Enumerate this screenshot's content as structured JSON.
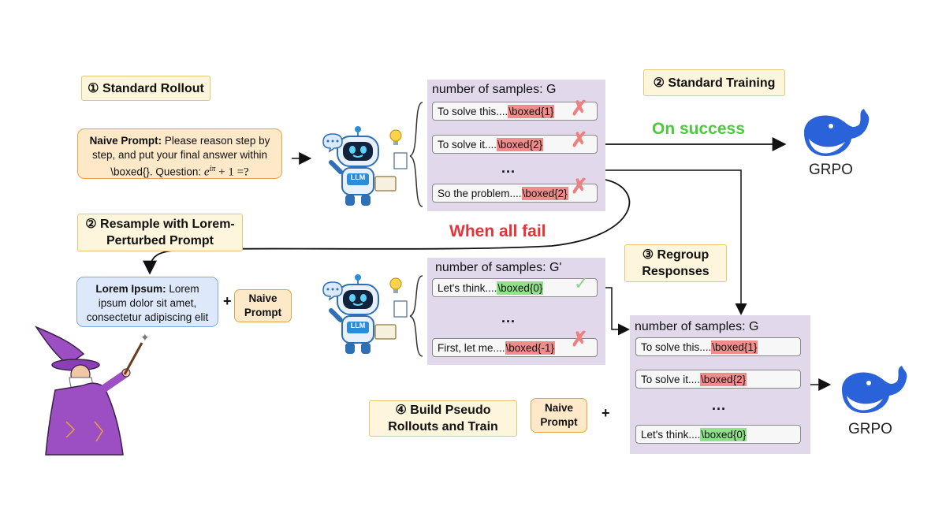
{
  "steps": {
    "standard_rollout": "① Standard Rollout",
    "standard_training": "② Standard Training",
    "resample_line1": "② Resample with Lorem-",
    "resample_line2": "Perturbed Prompt",
    "regroup_line1": "③ Regroup",
    "regroup_line2": "Responses",
    "build_line1": "④ Build Pseudo",
    "build_line2": "Rollouts and Train"
  },
  "naive_prompt": {
    "label": "Naive Prompt:",
    "text_line1": " Please reason step by",
    "text_line2": "step, and put your final answer within",
    "text_line3": "\\boxed{}. Question: ",
    "equation": "e",
    "equation_sup": "iπ",
    "equation_rest": " + 1 =?"
  },
  "lorem_prompt": {
    "label": "Lorem Ipsum:",
    "text_line1": " Lorem",
    "text_line2": "ipsum dolor sit amet,",
    "text_line3": "consectetur adipiscing elit"
  },
  "naive_small": {
    "line1": "Naive",
    "line2": "Prompt"
  },
  "plus": "+",
  "labels": {
    "on_success": "On success",
    "when_all_fail": "When all fail",
    "grpo": "GRPO",
    "dots": "...",
    "llm": "LLM"
  },
  "panel_top": {
    "title": "number of samples: G",
    "rows": [
      {
        "text": "To solve this.... ",
        "boxed": "\\boxed{1}",
        "mark": "✗"
      },
      {
        "text": "To solve it.... ",
        "boxed": "\\boxed{2}",
        "mark": "✗"
      },
      {
        "text": "So the problem.... ",
        "boxed": "\\boxed{2}",
        "mark": "✗"
      }
    ]
  },
  "panel_mid": {
    "title": "number of samples: G'",
    "rows": [
      {
        "text": "Let's think.... ",
        "boxed": "\\boxed{0}",
        "mark": "✓"
      },
      {
        "text": "First, let me.... ",
        "boxed": "\\boxed{-1}",
        "mark": "✗"
      }
    ]
  },
  "panel_right": {
    "title": "number of samples: G",
    "rows": [
      {
        "text": "To solve this.... ",
        "boxed": "\\boxed{1}"
      },
      {
        "text": "To solve it.... ",
        "boxed": "\\boxed{2}"
      },
      {
        "text": "Let's think.... ",
        "boxed": "\\boxed{0}"
      }
    ]
  },
  "colors": {
    "success_green": "#4cc93f",
    "fail_red": "#e4343a",
    "whale_blue": "#2a62d9",
    "panel_purple": "#e2d8eb",
    "step_fill": "#fdf6dc"
  },
  "icons": [
    "robot-llm-icon",
    "whale-grpo-icon",
    "wizard-icon",
    "lightbulb-icon",
    "speech-bubble-icon"
  ]
}
